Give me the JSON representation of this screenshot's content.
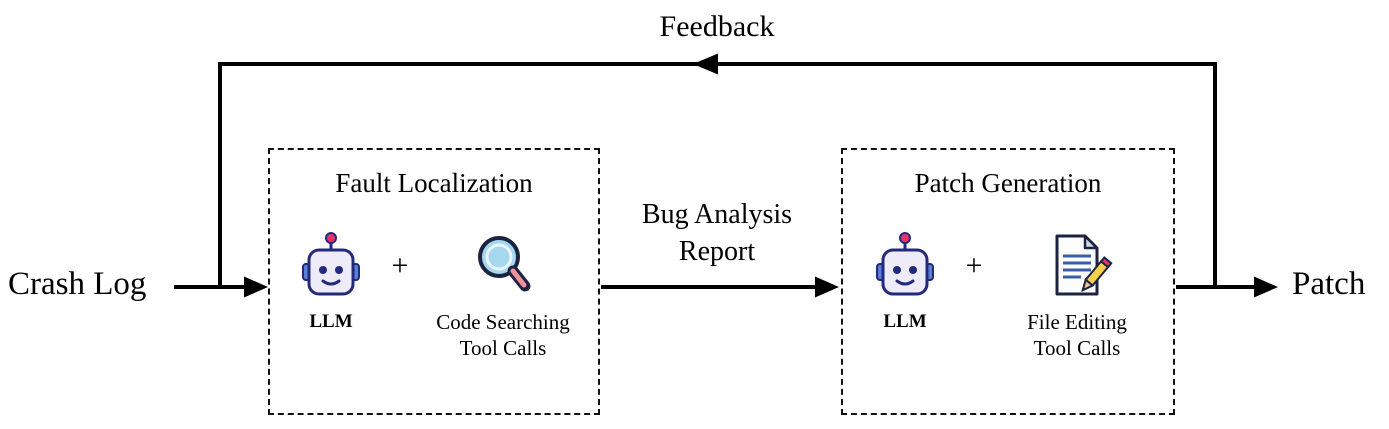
{
  "diagram": {
    "feedback_label": "Feedback",
    "input_label": "Crash Log",
    "output_label": "Patch",
    "report_label": [
      "Bug Analysis",
      "Report"
    ],
    "fault_box": {
      "title": "Fault Localization",
      "llm_label": "LLM",
      "plus": "+",
      "tool_line1": "Code Searching",
      "tool_line2": "Tool Calls"
    },
    "patch_box": {
      "title": "Patch Generation",
      "llm_label": "LLM",
      "plus": "+",
      "tool_line1": "File Editing",
      "tool_line2": "Tool Calls"
    },
    "icons": {
      "fault_llm": "robot-icon",
      "fault_tool": "magnifier-icon",
      "patch_llm": "robot-icon",
      "patch_tool": "document-pencil-icon"
    },
    "colors": {
      "line": "#000000",
      "background": "#ffffff",
      "robot_outline": "#232a7c",
      "robot_face": "#efecfa",
      "robot_ear": "#5b7fd4",
      "antenna_tip": "#e8336d",
      "lens": "#a5d8ef",
      "handle": "#f2929f",
      "pencil": "#f6d04d",
      "page_lines": "#3a5fa8"
    }
  }
}
